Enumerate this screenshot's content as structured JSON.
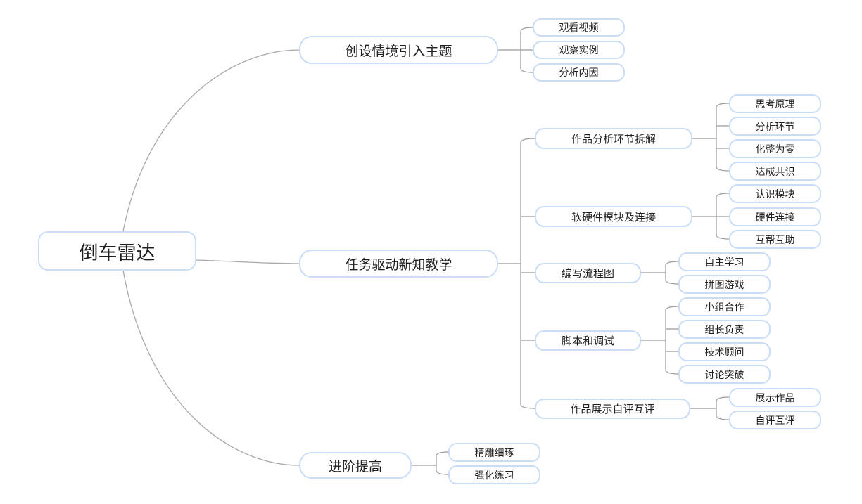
{
  "mindmap": {
    "root": {
      "id": "root",
      "label": "倒车雷达"
    },
    "branches": [
      {
        "id": "b1",
        "label": "创设情境引入主题",
        "children": [
          {
            "id": "b1c1",
            "label": "观看视频"
          },
          {
            "id": "b1c2",
            "label": "观察实例"
          },
          {
            "id": "b1c3",
            "label": "分析内因"
          }
        ]
      },
      {
        "id": "b2",
        "label": "任务驱动新知教学",
        "children": [
          {
            "id": "b2s1",
            "label": "作品分析环节拆解",
            "children": [
              {
                "id": "b2s1c1",
                "label": "思考原理"
              },
              {
                "id": "b2s1c2",
                "label": "分析环节"
              },
              {
                "id": "b2s1c3",
                "label": "化整为零"
              },
              {
                "id": "b2s1c4",
                "label": "达成共识"
              }
            ]
          },
          {
            "id": "b2s2",
            "label": "软硬件模块及连接",
            "children": [
              {
                "id": "b2s2c1",
                "label": "认识模块"
              },
              {
                "id": "b2s2c2",
                "label": "硬件连接"
              },
              {
                "id": "b2s2c3",
                "label": "互帮互助"
              }
            ]
          },
          {
            "id": "b2s3",
            "label": "编写流程图",
            "children": [
              {
                "id": "b2s3c1",
                "label": "自主学习"
              },
              {
                "id": "b2s3c2",
                "label": "拼图游戏"
              }
            ]
          },
          {
            "id": "b2s4",
            "label": "脚本和调试",
            "children": [
              {
                "id": "b2s4c1",
                "label": "小组合作"
              },
              {
                "id": "b2s4c2",
                "label": "组长负责"
              },
              {
                "id": "b2s4c3",
                "label": "技术顾问"
              },
              {
                "id": "b2s4c4",
                "label": "讨论突破"
              }
            ]
          },
          {
            "id": "b2s5",
            "label": "作品展示自评互评",
            "children": [
              {
                "id": "b2s5c1",
                "label": "展示作品"
              },
              {
                "id": "b2s5c2",
                "label": "自评互评"
              }
            ]
          }
        ]
      },
      {
        "id": "b3",
        "label": "进阶提高",
        "children": [
          {
            "id": "b3c1",
            "label": "精雕细琢"
          },
          {
            "id": "b3c2",
            "label": "强化练习"
          }
        ]
      }
    ]
  }
}
